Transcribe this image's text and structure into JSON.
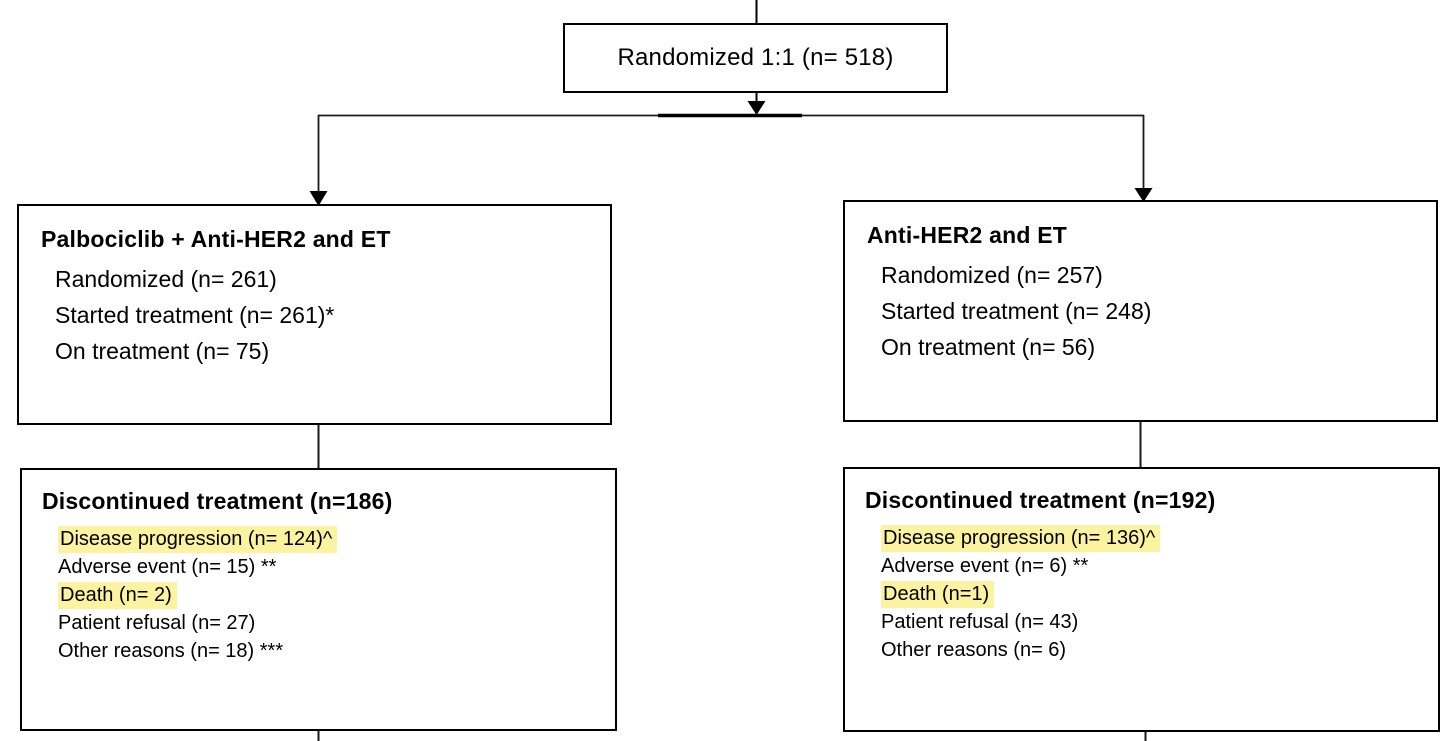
{
  "flowchart": {
    "randomized_box": {
      "label": "Randomized 1:1 (n= 518)"
    },
    "left_arm": {
      "title": "Palbociclib + Anti-HER2 and ET",
      "lines": [
        "Randomized (n= 261)",
        "Started treatment (n= 261)*",
        "On treatment (n= 75)"
      ]
    },
    "right_arm": {
      "title": "Anti-HER2 and ET",
      "lines": [
        "Randomized (n= 257)",
        "Started treatment (n= 248)",
        "On treatment (n= 56)"
      ]
    },
    "left_discontinued": {
      "title": "Discontinued treatment (n=186)",
      "items": [
        {
          "text": "Disease progression (n= 124)^",
          "highlighted": true
        },
        {
          "text": "Adverse event (n= 15) **",
          "highlighted": false
        },
        {
          "text": "Death (n= 2)",
          "highlighted": true
        },
        {
          "text": "Patient refusal (n= 27)",
          "highlighted": false
        },
        {
          "text": "Other reasons (n= 18) ***",
          "highlighted": false
        }
      ]
    },
    "right_discontinued": {
      "title": "Discontinued treatment (n=192)",
      "items": [
        {
          "text": "Disease progression (n= 136)^",
          "highlighted": true
        },
        {
          "text": "Adverse event (n= 6) **",
          "highlighted": false
        },
        {
          "text": "Death (n=1)",
          "highlighted": true
        },
        {
          "text": "Patient refusal (n= 43)",
          "highlighted": false
        },
        {
          "text": "Other reasons (n= 6)",
          "highlighted": false
        }
      ]
    },
    "colors": {
      "highlight": "#FBF3A0",
      "line": "#000000",
      "background": "#FFFFFF"
    }
  }
}
